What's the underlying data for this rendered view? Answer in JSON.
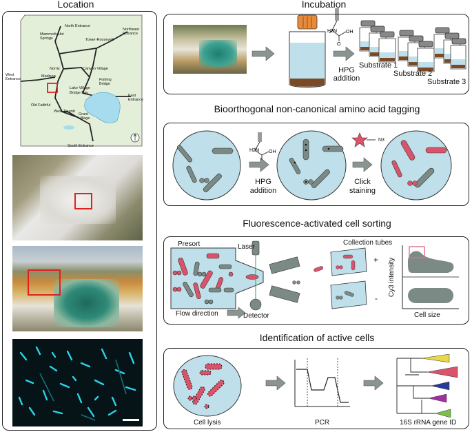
{
  "location": {
    "title": "Location",
    "map_labels": {
      "north_entrance": "North Entrance",
      "northeast_entrance": "Northeast Entrance",
      "mammoth": "Mammoth Hot Springs",
      "tower": "Tower-Roosevelt",
      "west_entrance": "West Entrance",
      "norris": "Norris",
      "madison": "Madison",
      "canyon": "Canyon Village",
      "fishing_bridge": "Fishing Bridge",
      "lake_village": "Lake Village",
      "bridge_bay": "Bridge Bay",
      "old_faithful": "Old Faithful",
      "east_entrance": "East Entrance",
      "west_thumb": "West Thumb",
      "grant": "Grant Village",
      "south_entrance": "South Entrance"
    }
  },
  "incubation": {
    "title": "Incubation",
    "hpg_addition": "HPG addition",
    "substrate1": "Substrate 1",
    "substrate2": "Substrate 2",
    "substrate3": "Substrate 3"
  },
  "boncat": {
    "title": "Bioorthogonal non-canonical amino acid tagging",
    "hpg_addition": "HPG addition",
    "click_staining": "Click staining",
    "azide": "N3"
  },
  "facs": {
    "title": "Fluorescence-activated cell sorting",
    "presort": "Presort",
    "laser": "Laser",
    "collection_tubes": "Collection tubes",
    "plus": "+",
    "minus": "-",
    "flow_direction": "Flow direction",
    "detector": "Detector",
    "y_axis": "Cy3 intensity",
    "x_axis": "Cell size"
  },
  "identification": {
    "title": "Identification of active cells",
    "cell_lysis": "Cell lysis",
    "pcr": "PCR",
    "gene_id": "16S rRNA gene ID"
  },
  "colors": {
    "cell_fill": "#bfe0ea",
    "red_cell": "#d9546a",
    "grey_cell": "#7c8a86",
    "arrow": "#8a9490"
  }
}
